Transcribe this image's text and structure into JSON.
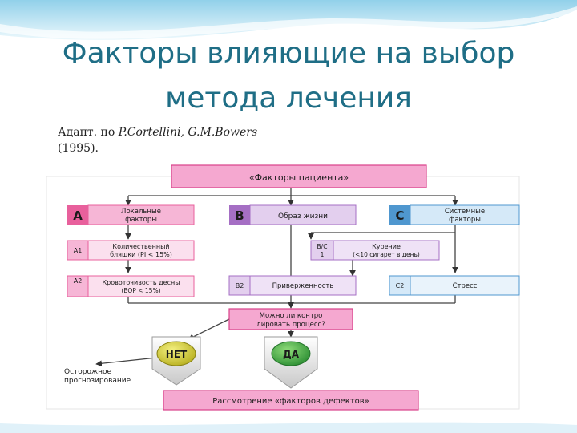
{
  "slide": {
    "title_line1": "Факторы влияющие на выбор",
    "title_line2": "метода лечения",
    "subtitle_prefix": "Адапт. по ",
    "subtitle_authors": "P.Cortellini, G.M.Bowers",
    "subtitle_year": "(1995)."
  },
  "diagram": {
    "top_box": "«Факторы пациента»",
    "group_a": {
      "letter": "A",
      "line1": "Локальные",
      "line2": "факторы"
    },
    "group_b": {
      "letter": "B",
      "label": "Образ жизни"
    },
    "group_c": {
      "letter": "C",
      "line1": "Системные",
      "line2": "факторы"
    },
    "a1": {
      "code": "A1",
      "line1": "Количественный",
      "line2": "бляшки (PI < 15%)"
    },
    "a2": {
      "code": "A2",
      "line1": "Кровоточивость десны",
      "line2": "(BOP < 15%)"
    },
    "b1c1": {
      "code_line1": "B/C",
      "code_line2": "1",
      "line1": "Курение",
      "line2": "(<10 сигарет в день)"
    },
    "b2": {
      "code": "B2",
      "label": "Приверженность"
    },
    "c2": {
      "code": "C2",
      "label": "Стресс"
    },
    "question": {
      "line1": "Можно ли контро",
      "line2": "лировать процесс?"
    },
    "no": "НЕТ",
    "yes": "ДА",
    "caution_line1": "Осторожное",
    "caution_line2": "прогнозирование",
    "bottom_box": "Рассмотрение «факторов дефектов»"
  },
  "colors": {
    "title": "#1f6e86",
    "pink_dark": "#e8609c",
    "pink_light": "#f6b6d6",
    "lilac_dark": "#a56fc4",
    "lilac_light": "#e3cfee",
    "blue_dark": "#4f97cf",
    "blue_light": "#d5e9f8",
    "no_button": "#d9d327",
    "yes_button": "#3fae4a"
  }
}
